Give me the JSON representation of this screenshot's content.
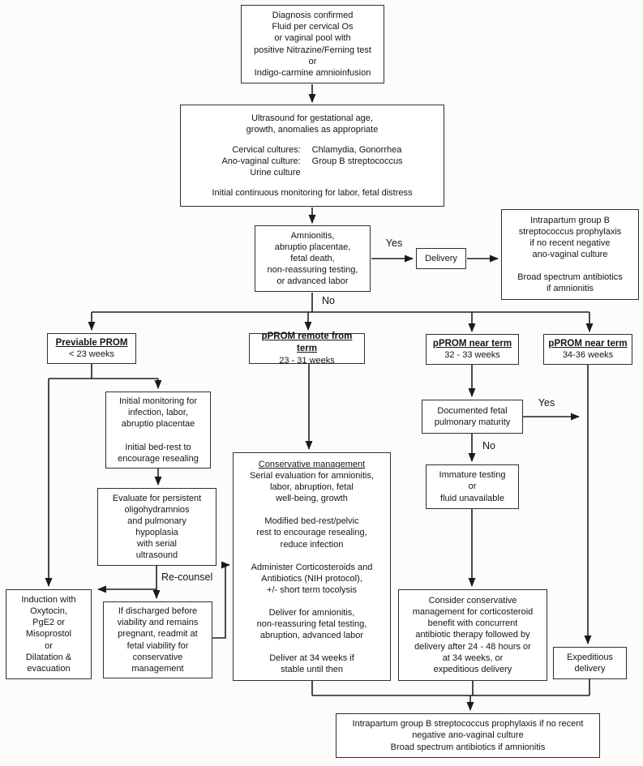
{
  "edge_labels": {
    "yes_delivery": "Yes",
    "no_continue": "No",
    "recounsel": "Re-counsel",
    "yes_maturity": "Yes",
    "no_maturity": "No"
  },
  "boxes": {
    "diagnosis": {
      "body": "Diagnosis confirmed\nFluid per cervical Os\nor vaginal pool with\npositive Nitrazine/Ferning test\nor\nIndigo-carmine amnioinfusion"
    },
    "ultrasound": {
      "line1": "Ultrasound for gestational age,\ngrowth, anomalies as appropriate",
      "cultures": [
        [
          "Cervical cultures:",
          "Chlamydia, Gonorrhea"
        ],
        [
          "Ano-vaginal culture:",
          "Group B streptococcus"
        ],
        [
          "Urine culture",
          ""
        ]
      ],
      "line2": "Initial continuous monitoring for labor, fetal distress"
    },
    "amnionitis": {
      "body": "Amnionitis,\nabruptio placentae,\nfetal death,\nnon-reassuring testing,\nor advanced labor"
    },
    "delivery": {
      "body": "Delivery"
    },
    "intrapartum_top": {
      "body": "Intrapartum group B\nstreptococcus prophylaxis\nif no recent negative\nano-vaginal culture\n\nBroad spectrum antibiotics\nif amnionitis"
    },
    "previable": {
      "title": "Previable  PROM",
      "subtitle": "< 23 weeks"
    },
    "remote": {
      "title": "pPROM remote from term",
      "subtitle": "23 - 31 weeks"
    },
    "near32": {
      "title": "pPROM near term",
      "subtitle": "32 - 33 weeks"
    },
    "near34": {
      "title": "pPROM near term",
      "subtitle": "34-36 weeks"
    },
    "initial_monitoring": {
      "body": "Initial monitoring for\ninfection, labor,\nabruptio placentae\n\nInitial bed-rest to\nencourage resealing"
    },
    "evaluate": {
      "body": "Evaluate for persistent\noligohydramnios\nand pulmonary\nhypoplasia\nwith serial\nultrasound"
    },
    "induction": {
      "body": "Induction with\nOxytocin,\nPgE2 or\nMisoprostol\nor\nDilatation &\nevacuation"
    },
    "if_discharged": {
      "body": "If discharged before\nviability and remains\npregnant, readmit at\nfetal viability for\nconservative\nmanagement"
    },
    "conservative": {
      "title": "Conservative management",
      "body": "Serial evaluation for amnionitis,\nlabor, abruption, fetal\nwell-being, growth\n\nModified bed-rest/pelvic\nrest to encourage resealing,\nreduce infection\n\nAdminister Corticosteroids and\nAntibiotics (NIH protocol),\n+/- short term tocolysis\n\nDeliver for amnionitis,\nnon-reassuring fetal testing,\nabruption, advanced labor\n\nDeliver at 34 weeks if\nstable until then"
    },
    "documented": {
      "body": "Documented fetal\npulmonary maturity"
    },
    "immature": {
      "body": "Immature testing\nor\nfluid unavailable"
    },
    "consider": {
      "body": "Consider conservative\nmanagement for corticosteroid\nbenefit with concurrent\nantibiotic therapy followed by\ndelivery after 24 - 48 hours or\nat 34 weeks, or\nexpeditious delivery"
    },
    "expeditious": {
      "body": "Expeditious\ndelivery"
    },
    "bottom": {
      "body": "Intrapartum group B streptococcus prophylaxis if no recent\nnegative ano-vaginal culture\nBroad spectrum antibiotics if amnionitis"
    }
  }
}
